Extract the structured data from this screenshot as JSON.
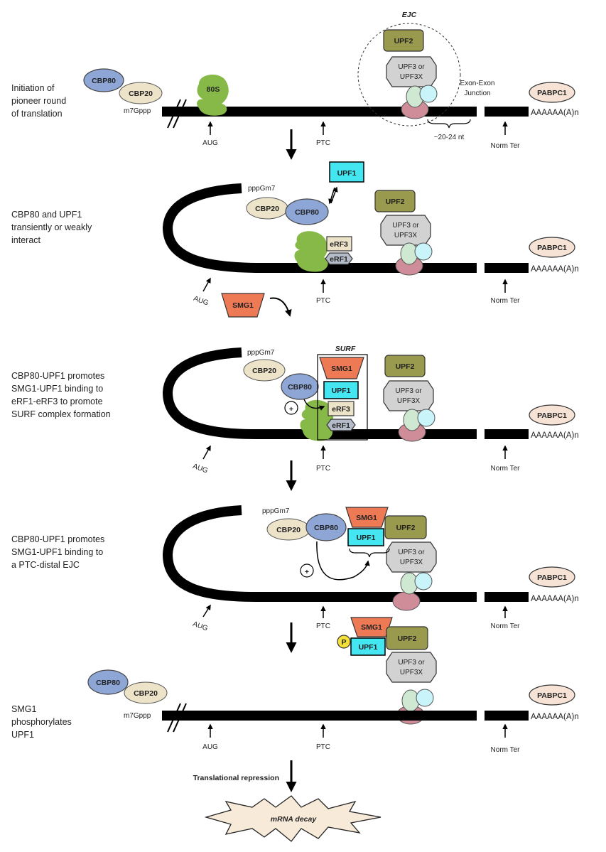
{
  "stages": [
    {
      "label_lines": [
        "Initiation of",
        "pioneer round",
        "of translation"
      ]
    },
    {
      "label_lines": [
        "CBP80 and UPF1",
        "transiently or weakly",
        "interact"
      ]
    },
    {
      "label_lines": [
        "CBP80-UPF1 promotes",
        "SMG1-UPF1 binding to",
        "eRF1-eRF3 to promote",
        "SURF complex formation"
      ]
    },
    {
      "label_lines": [
        "CBP80-UPF1 promotes",
        "SMG1-UPF1 binding to",
        "a PTC-distal EJC"
      ]
    },
    {
      "label_lines": [
        "SMG1",
        "phosphorylates",
        "UPF1"
      ]
    }
  ],
  "proteins": {
    "cbp80": "CBP80",
    "cbp20": "CBP20",
    "ribosome": "80S",
    "upf1": "UPF1",
    "upf2": "UPF2",
    "upf3_line1": "UPF3 or",
    "upf3_line2": "UPF3X",
    "smg1": "SMG1",
    "erf3": "eRF3",
    "erf1": "eRF1",
    "pabpc1": "PABPC1",
    "phospho": "P"
  },
  "complexes": {
    "ejc": "EJC",
    "surf": "SURF"
  },
  "mrna_features": {
    "cap_linear": "m7Gppp",
    "cap_circular": "pppGm7",
    "poly_a": "AAAAAA(A)n",
    "aug": "AUG",
    "ptc": "PTC",
    "norm_ter": "Norm Ter",
    "junction_line1": "Exon-Exon",
    "junction_line2": "Junction",
    "distance": "~20-24 nt",
    "plus": "+"
  },
  "outcomes": {
    "translational_repression": "Translational repression",
    "mrna_decay": "mRNA decay"
  },
  "colors": {
    "cbp80": "#8ea6d6",
    "cbp20": "#ece3c8",
    "ribosome": "#86b948",
    "upf1": "#44e6f2",
    "upf2": "#9a9a4e",
    "upf3": "#d2d2d2",
    "smg1": "#ee7a55",
    "erf": "#b3bcc8",
    "pabpc1": "#f6e3d5",
    "phospho": "#f5e03a",
    "decay_burst": "#f7ead8",
    "ejc_pink": "#cf8d99",
    "ejc_green": "#cfe8d1",
    "ejc_cyan": "#c9f4fa",
    "mrna": "#000000"
  }
}
